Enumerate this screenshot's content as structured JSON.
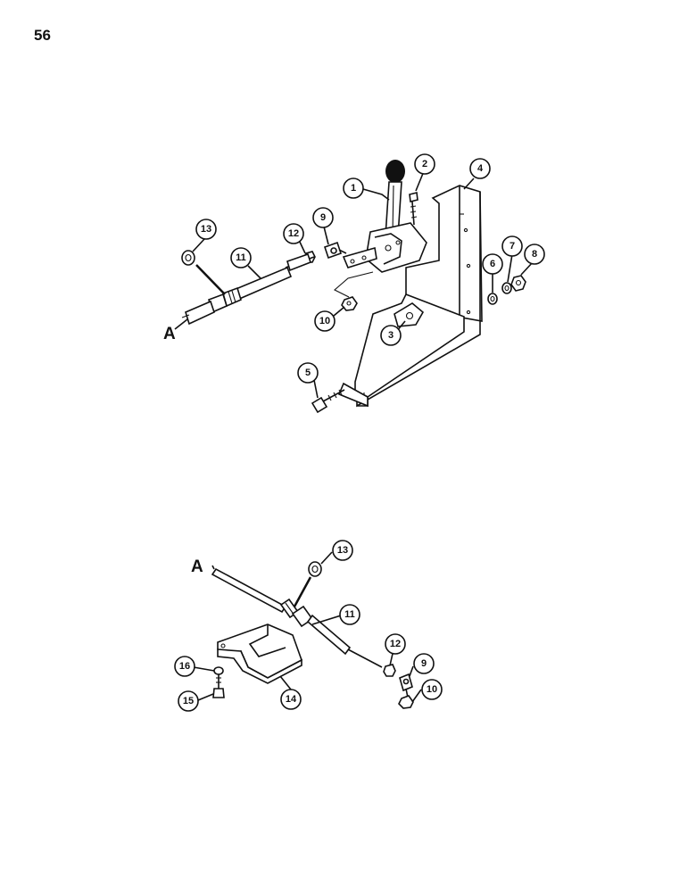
{
  "page_number": "56",
  "reference_letter": "A",
  "callouts_top": [
    "1",
    "2",
    "3",
    "4",
    "5",
    "6",
    "7",
    "8",
    "9",
    "10",
    "11",
    "12",
    "13"
  ],
  "callouts_bottom": [
    "9",
    "10",
    "11",
    "12",
    "13",
    "14",
    "15",
    "16"
  ]
}
